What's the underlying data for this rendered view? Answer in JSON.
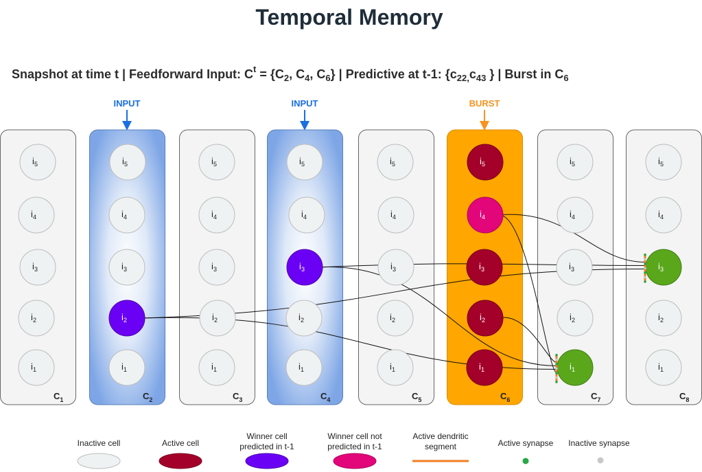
{
  "title": "Temporal Memory",
  "snapshot": {
    "part1": "Snapshot at time t | Feedforward Input: C",
    "sup_t": "t",
    "part2": " = {C",
    "s1": "2",
    "part3": ", C",
    "s2": "4",
    "part4": ", C",
    "s3": "6",
    "part5": "}  |  Predictive at t-1: {c",
    "s4": "22,",
    "part6": "c",
    "s5": "43",
    "part7": " }  |  Burst in C",
    "s6": "6"
  },
  "annotations": [
    {
      "text": "INPUT",
      "column": 2,
      "color": "#1a6fe0"
    },
    {
      "text": "INPUT",
      "column": 4,
      "color": "#1a6fe0"
    },
    {
      "text": "BURST",
      "column": 6,
      "color": "#f7931e"
    }
  ],
  "columns": [
    {
      "letter": "C",
      "sub": "1",
      "type": "plain",
      "cells": [
        "inactive",
        "inactive",
        "inactive",
        "inactive",
        "inactive"
      ]
    },
    {
      "letter": "C",
      "sub": "2",
      "type": "input",
      "cells": [
        "inactive",
        "winner",
        "inactive",
        "inactive",
        "inactive"
      ]
    },
    {
      "letter": "C",
      "sub": "3",
      "type": "plain",
      "cells": [
        "inactive",
        "inactive",
        "inactive",
        "inactive",
        "inactive"
      ]
    },
    {
      "letter": "C",
      "sub": "4",
      "type": "input",
      "cells": [
        "inactive",
        "inactive",
        "winner",
        "inactive",
        "inactive"
      ]
    },
    {
      "letter": "C",
      "sub": "5",
      "type": "plain",
      "cells": [
        "inactive",
        "inactive",
        "inactive",
        "inactive",
        "inactive"
      ]
    },
    {
      "letter": "C",
      "sub": "6",
      "type": "burst",
      "cells": [
        "active",
        "active",
        "active",
        "winner_np",
        "active"
      ]
    },
    {
      "letter": "C",
      "sub": "7",
      "type": "plain",
      "cells": [
        "predictive",
        "inactive",
        "inactive",
        "inactive",
        "inactive"
      ]
    },
    {
      "letter": "C",
      "sub": "8",
      "type": "plain",
      "cells": [
        "inactive",
        "inactive",
        "predictive",
        "inactive",
        "inactive"
      ]
    }
  ],
  "cell_letter": "i",
  "cell_indices": [
    "1",
    "2",
    "3",
    "4",
    "5"
  ],
  "connections": [
    {
      "from": [
        5,
        3
      ],
      "to": [
        7,
        2
      ]
    },
    {
      "from": [
        3,
        2
      ],
      "to": [
        7,
        2
      ]
    },
    {
      "from": [
        1,
        1
      ],
      "to": [
        7,
        2
      ]
    },
    {
      "from": [
        5,
        3
      ],
      "to": [
        6,
        0
      ]
    },
    {
      "from": [
        5,
        1
      ],
      "to": [
        6,
        0
      ]
    },
    {
      "from": [
        3,
        2
      ],
      "to": [
        6,
        0
      ]
    },
    {
      "from": [
        1,
        1
      ],
      "to": [
        6,
        0
      ]
    }
  ],
  "legend": [
    {
      "lines": [
        "Inactive cell"
      ],
      "kind": "inactive"
    },
    {
      "lines": [
        "Active cell"
      ],
      "kind": "active"
    },
    {
      "lines": [
        "Winner cell",
        "predicted in t-1"
      ],
      "kind": "winner"
    },
    {
      "lines": [
        "Winner cell not",
        "predicted in t-1"
      ],
      "kind": "winner_np"
    },
    {
      "lines": [
        "Active dendritic",
        "segment"
      ],
      "kind": "segment"
    },
    {
      "lines": [
        "Active synapse"
      ],
      "kind": "active_synapse"
    },
    {
      "lines": [
        "Inactive synapse"
      ],
      "kind": "inactive_synapse"
    }
  ],
  "colors": {
    "inactive_fill": "#eef2f2",
    "inactive_stroke": "#bcbcbc",
    "active_fill": "#a3002a",
    "winner_fill": "#6a00f4",
    "winner_np_fill": "#e2067a",
    "predictive_fill": "#5aa71c",
    "segment": "#f07d23",
    "active_synapse": "#28a745",
    "inactive_synapse": "#c8c8c8",
    "input_column": "#7ea6e6",
    "burst_column": "#ffa600"
  }
}
